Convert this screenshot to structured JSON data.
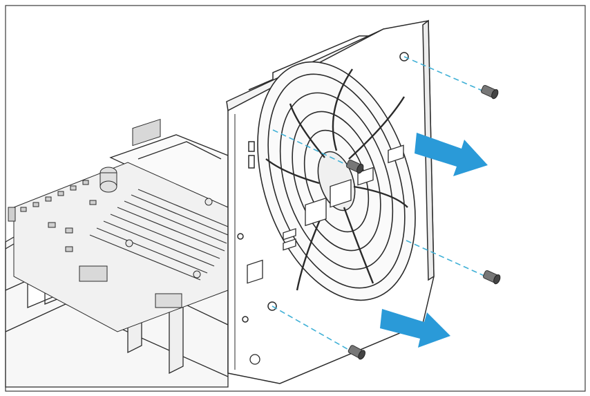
{
  "figure": {
    "background": "#ffffff",
    "border_color": "#3a3a3a",
    "line_color": "#2a2a2a",
    "guide_color": "#3fb0d6",
    "arrow_color": "#2a9ad8",
    "screw_color": "#555555"
  },
  "components": {
    "chassis": "nas-chassis",
    "motherboard": "motherboard",
    "rear_panel": "rear-panel-bracket",
    "fan": "cooling-fan",
    "screws": [
      "screw-top-right",
      "screw-center-left",
      "screw-lower-right",
      "screw-bottom-center"
    ],
    "arrows": [
      "removal-arrow-upper",
      "removal-arrow-lower"
    ]
  }
}
